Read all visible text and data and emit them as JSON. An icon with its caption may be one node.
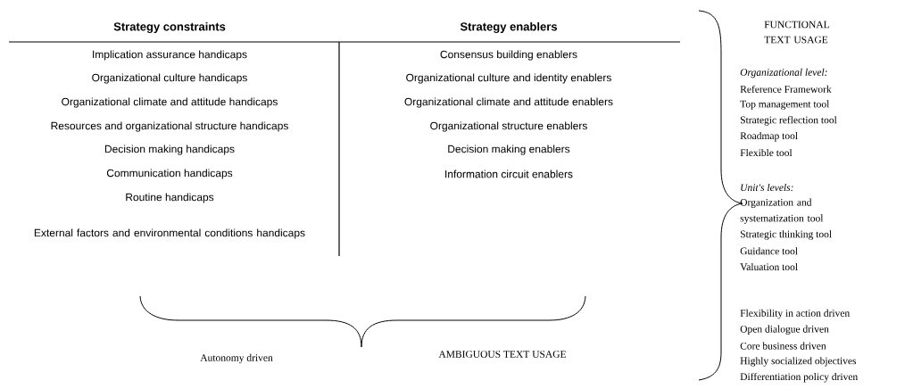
{
  "diagram": {
    "labels": [
      "Strategy constraints",
      "Strategy enablers",
      "FUNCTIONAL TEXT USAGE",
      "Implication assurance handicaps",
      "Organizational culture handicaps",
      "Organizational climate and attitude handicaps",
      "Resources and organizational structure handicaps",
      "Decision making handicaps",
      "Communication handicaps",
      "Routine handicaps",
      "External factors and environmental conditions handicaps",
      "Consensus building enablers",
      "Organizational culture and identity enablers",
      "Organizational climate and attitude enablers",
      "Organizational structure enablers",
      "Decision making enablers",
      "Information circuit enablers",
      "Organizational level:",
      "Reference Framework",
      "Top management tool",
      "Strategic reflection tool",
      "Roadmap tool",
      "Flexible tool",
      "Unit's levels:",
      "Organization and systematization tool",
      "Strategic thinking tool",
      "Guidance tool",
      "Valuation tool",
      "Flexibility in action driven",
      "Open dialogue driven",
      "Core business driven",
      "Highly socialized objectives",
      "Differentiation policy driven",
      "Autonomy driven",
      "AMBIGUOUS TEXT USAGE"
    ]
  }
}
